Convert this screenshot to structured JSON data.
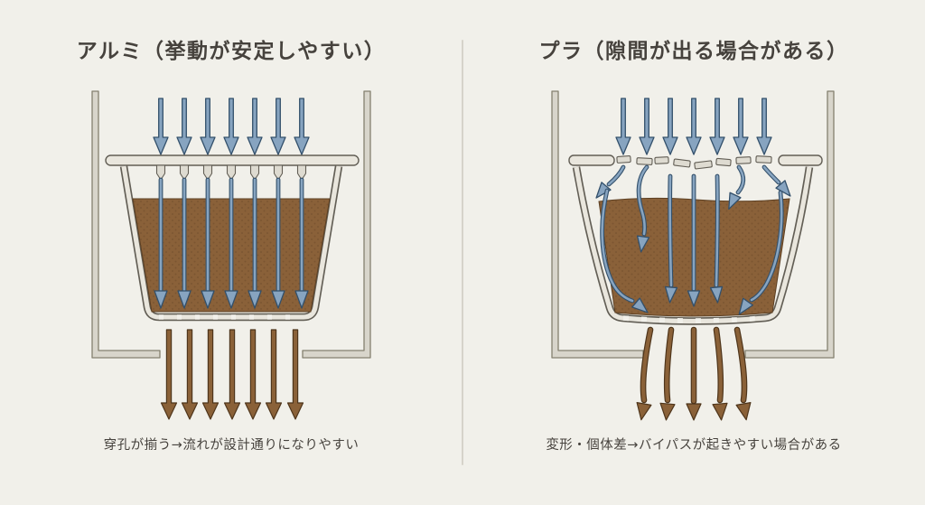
{
  "panels": [
    {
      "id": "aluminum",
      "title": "アルミ（挙動が安定しやすい）",
      "caption": "穿孔が揃う→流れが設計通りになりやすい",
      "inflow_arrow_count": 7,
      "internal_flow_line_count": 7,
      "outflow_arrow_count": 7
    },
    {
      "id": "plastic",
      "title": "プラ（隙間が出る場合がある）",
      "caption": "変形・個体差→バイパスが起きやすい場合がある",
      "inflow_arrow_count": 7,
      "internal_flow_line_count": 7,
      "outflow_arrow_count": 5
    }
  ],
  "colors": {
    "bg": "#f1f0ea",
    "ink": "#46423d",
    "divider": "#d6d3ca",
    "water": "#87a4c0",
    "waterDark": "#33506b",
    "coffee": "#8a6139",
    "coffeeDot": "#6b4a2a",
    "coffeeEdge": "#5c3f22",
    "coffeeArrow": "#8a6138",
    "coffeeArrowDark": "#4e351b",
    "holder": "#d8d5cb",
    "holderEdge": "#84806f",
    "shell": "#e9e6dd",
    "shellSoft": "#dedbd1",
    "shellEdge": "#625e55"
  }
}
